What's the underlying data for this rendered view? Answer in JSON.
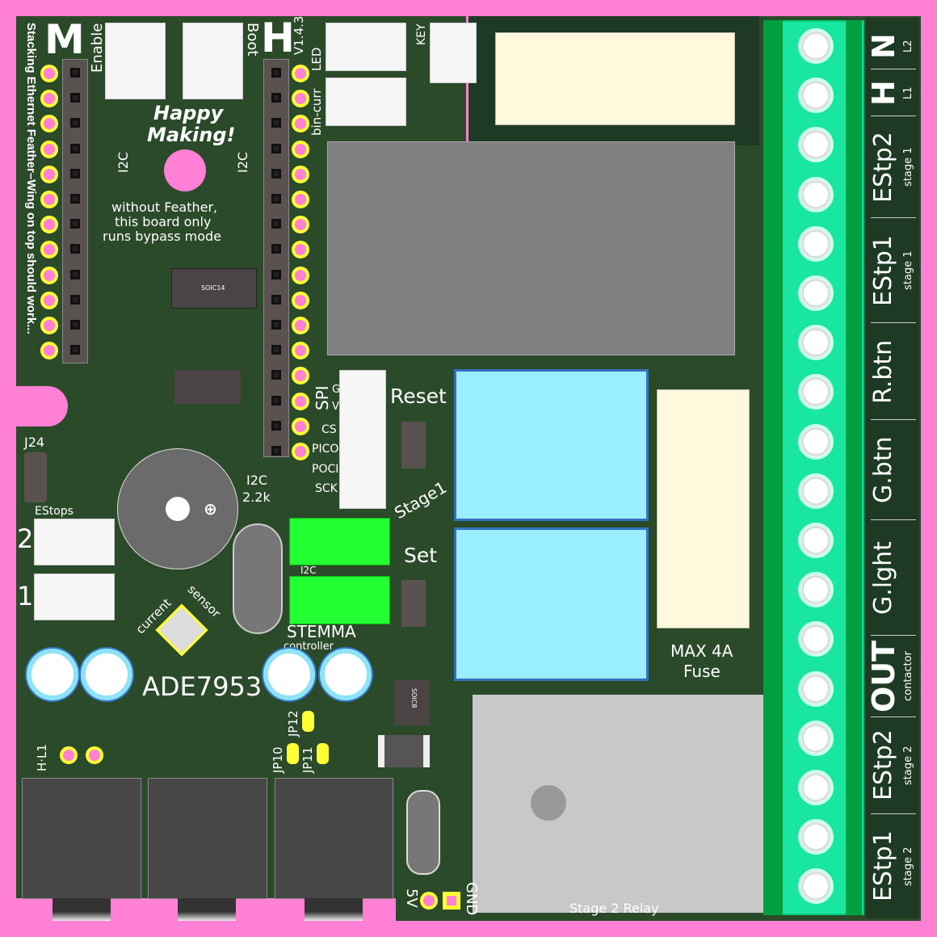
{
  "colors": {
    "board": "#2b4a2a",
    "background": "#ff80d5",
    "terminal": "#19e6a0",
    "pad": "#ffff33",
    "relay": "#99eeff",
    "stemma": "#22ff33"
  },
  "left_edge_text": "Stacking Ethernet Feather–Wing on top should work...",
  "top": {
    "logo_m": "M",
    "enable": "Enable",
    "boot": "Boot",
    "logo_h": "H",
    "version": "V1.4.3",
    "led": "LED",
    "bin_curr": "bin-curr",
    "key": "KEY"
  },
  "center": {
    "happy": "Happy",
    "making": "Making!",
    "i2c_left": "I2C",
    "i2c_right": "I2C",
    "note_1": "without Feather,",
    "note_2": "this board only",
    "note_3": "runs bypass mode",
    "soic14": "SOIC14"
  },
  "spi": {
    "label": "SPI",
    "pins": [
      "G",
      "V",
      "CS",
      "PICO",
      "POCI",
      "SCK"
    ]
  },
  "relay_labels": {
    "reset": "Reset",
    "stage1": "Stage1",
    "set": "Set"
  },
  "misc": {
    "j24": "J24",
    "estops": "EStops",
    "estop_2": "2",
    "estop_1": "1",
    "i2c_pullup": "I2C",
    "pullup_value": "2.2k",
    "stemma_i2c": "I2C",
    "stemma": "STEMMA",
    "controller": "controller",
    "current": "current",
    "sensor": "sensor",
    "ade": "ADE7953",
    "fuse_1": "MAX 4A",
    "fuse_2": "Fuse",
    "jp10": "JP10",
    "jp11": "JP11",
    "jp12": "JP12",
    "hl1": "H·L1",
    "soic8": "SOIC8",
    "v5": "5V",
    "gnd": "GND",
    "stage2_relay": "Stage 2 Relay"
  },
  "terminals": [
    {
      "main": "N",
      "sub": "L2"
    },
    {
      "main": "H",
      "sub": "L1"
    },
    {
      "main": "EStp2",
      "sub": "stage 1"
    },
    {
      "main": "EStp1",
      "sub": "stage 1"
    },
    {
      "main": "R.btn",
      "sub": ""
    },
    {
      "main": "G.btn",
      "sub": ""
    },
    {
      "main": "G.lght",
      "sub": ""
    },
    {
      "main": "OUT",
      "sub": "contactor"
    },
    {
      "main": "EStp2",
      "sub": "stage 2"
    },
    {
      "main": "EStp1",
      "sub": "stage 2"
    }
  ]
}
